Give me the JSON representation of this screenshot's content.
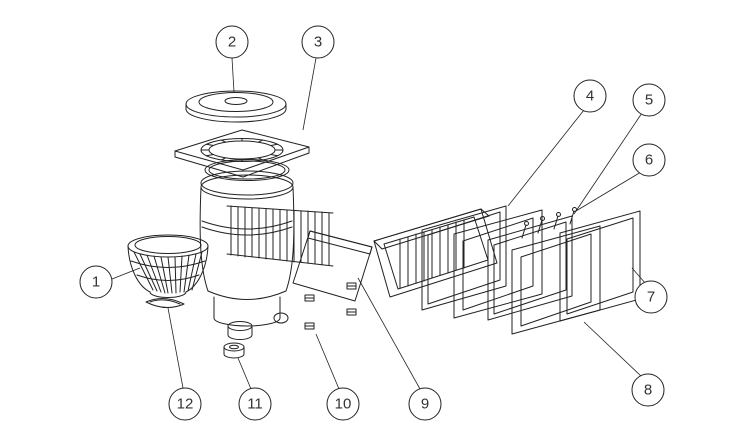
{
  "diagram": {
    "type": "exploded-parts-diagram",
    "background_color": "#ffffff",
    "line_color": "#222222",
    "callout_text_color": "#333333",
    "callouts": [
      {
        "label": "1",
        "part": "strainer-basket"
      },
      {
        "label": "2",
        "part": "round-lid-cover"
      },
      {
        "label": "3",
        "part": "square-deck-collar"
      },
      {
        "label": "4",
        "part": "gasket"
      },
      {
        "label": "5",
        "part": "sealing-gasket"
      },
      {
        "label": "6",
        "part": "screws"
      },
      {
        "label": "7",
        "part": "faceplate-trim"
      },
      {
        "label": "8",
        "part": "faceplate-frame"
      },
      {
        "label": "9",
        "part": "weir-flap"
      },
      {
        "label": "10",
        "part": "fittings"
      },
      {
        "label": "11",
        "part": "drain-plug"
      },
      {
        "label": "12",
        "part": "basket-handle"
      }
    ]
  }
}
